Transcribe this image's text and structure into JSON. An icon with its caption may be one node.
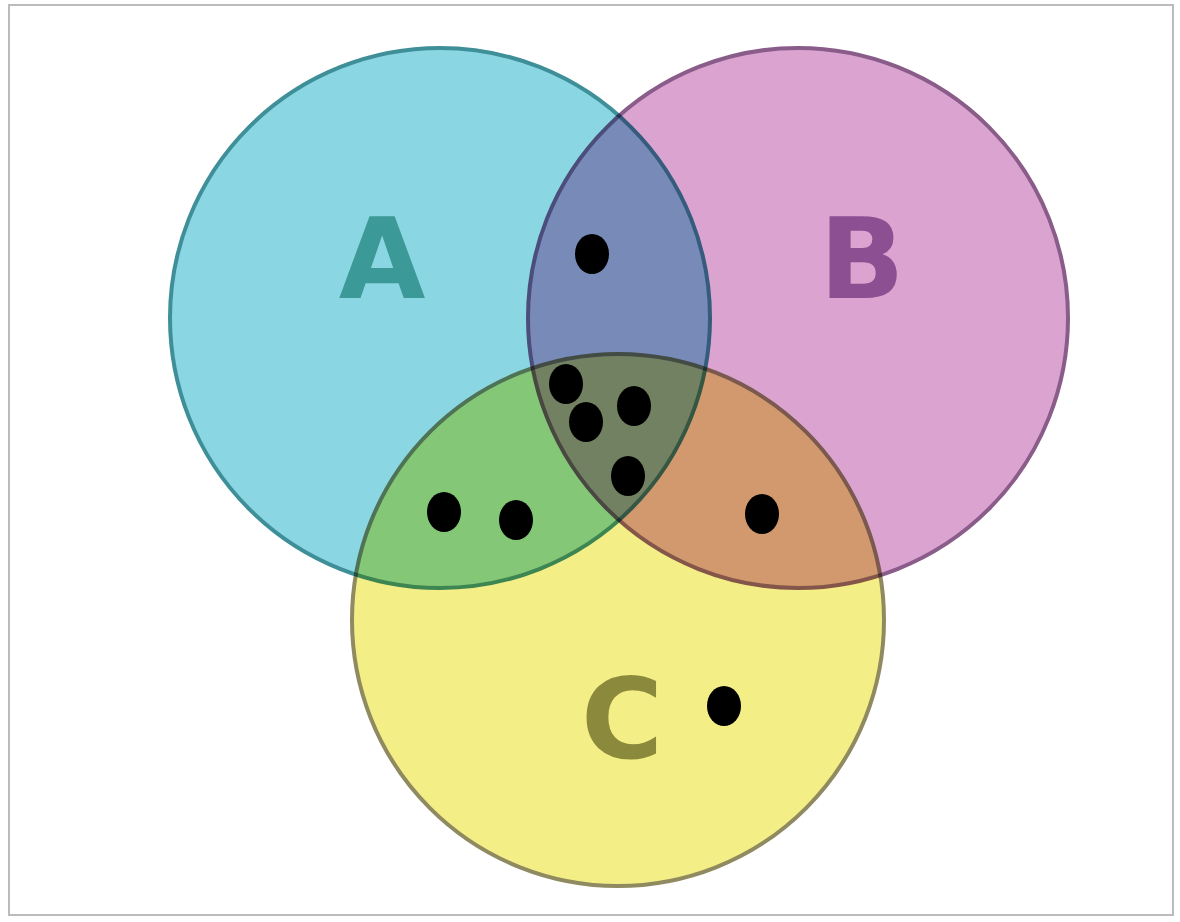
{
  "diagram": {
    "nodes": [
      {
        "text": [
          "A"
        ]
      },
      {
        "text": [
          "B"
        ]
      },
      {
        "text": [
          "C"
        ]
      }
    ]
  }
}
